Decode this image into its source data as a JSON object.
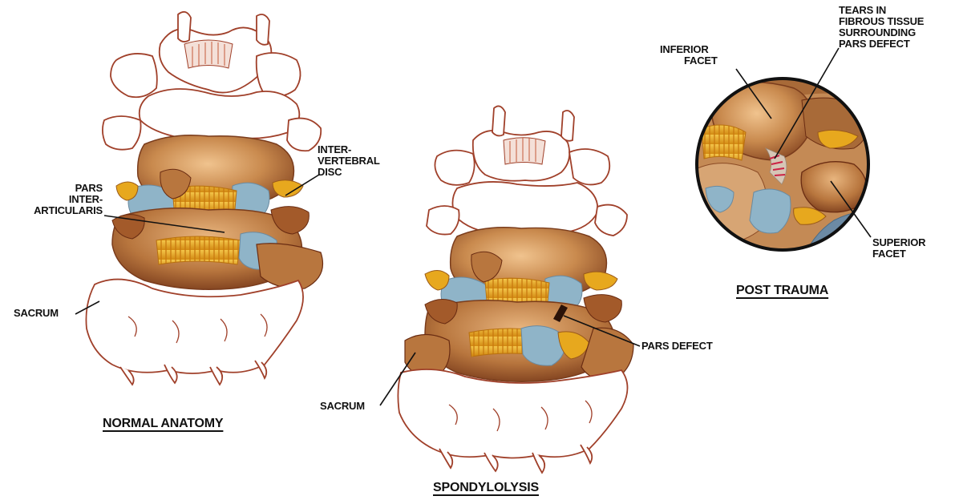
{
  "panels": {
    "normal": {
      "caption": "NORMAL ANATOMY",
      "labels": {
        "pars_line1": "PARS",
        "pars_line2": "INTER-",
        "pars_line3": "ARTICULARIS",
        "disc_line1": "INTER-",
        "disc_line2": "VERTEBRAL",
        "disc_line3": "DISC",
        "sacrum": "SACRUM"
      }
    },
    "spondylolysis": {
      "caption": "SPONDYLOLYSIS",
      "labels": {
        "pars_defect": "PARS DEFECT",
        "sacrum": "SACRUM"
      }
    },
    "post_trauma": {
      "caption": "POST TRAUMA",
      "labels": {
        "inferior_line1": "INFERIOR",
        "inferior_line2": "FACET",
        "tears_line1": "TEARS IN",
        "tears_line2": "FIBROUS TISSUE",
        "tears_line3": "SURROUNDING",
        "tears_line4": "PARS DEFECT",
        "superior_line1": "SUPERIOR",
        "superior_line2": "FACET"
      }
    }
  },
  "colors": {
    "bone": "#c98a4e",
    "bone_dark": "#8a4a24",
    "bone_light": "#e3b07a",
    "disc": "#e7a81e",
    "cartilage": "#8fb4c8",
    "outline": "#a0402a",
    "leader": "#111111",
    "tear": "#cc2244"
  }
}
